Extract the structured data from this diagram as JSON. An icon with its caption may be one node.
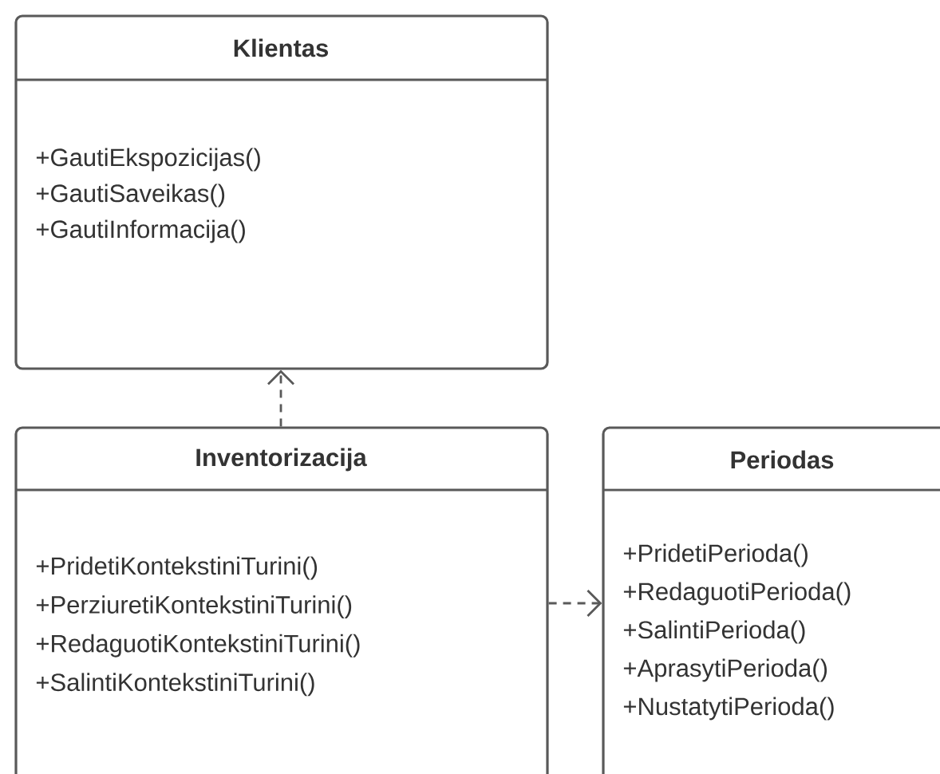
{
  "diagram": {
    "nodes": [
      {
        "text": [
          "Klientas",
          "+GautiEkspozicijas()",
          "+GautiSaveikas()",
          "+GautiInformacija()"
        ]
      },
      {
        "text": [
          "Inventorizacija",
          "+PridetiKontekstiniTurini()",
          "+PerziuretiKontekstiniTurini()",
          "+RedaguotiKontekstiniTurini()",
          "+SalintiKontekstiniTurini()"
        ]
      },
      {
        "text": [
          "Periodas",
          "+PridetiPerioda()",
          "+RedaguotiPerioda()",
          "+SalintiPerioda()",
          "+AprasytiPerioda()",
          "+NustatytiPerioda()"
        ]
      }
    ],
    "edges": [
      {
        "from": 1,
        "to": 0,
        "arrow": "to",
        "style": "dashed"
      },
      {
        "from": 1,
        "to": 2,
        "arrow": "to",
        "style": "dashed"
      }
    ]
  }
}
